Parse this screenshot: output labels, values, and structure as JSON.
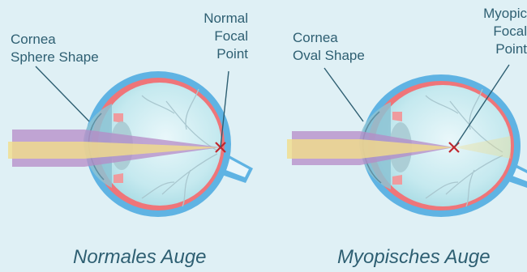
{
  "diagram": {
    "left_eye": {
      "cornea_label_line1": "Cornea",
      "cornea_label_line2": "Sphere Shape",
      "focal_label_line1": "Normal",
      "focal_label_line2": "Focal",
      "focal_label_line3": "Point",
      "caption": "Normales Auge"
    },
    "right_eye": {
      "cornea_label_line1": "Cornea",
      "cornea_label_line2": "Oval Shape",
      "focal_label_line1": "Myopic",
      "focal_label_line2": "Focal",
      "focal_label_line3": "Point",
      "caption": "Myopisches Auge"
    },
    "colors": {
      "background": "#dff0f5",
      "sclera": "#5fb3e3",
      "retina": "#ef7579",
      "vitreous": "#c3e8ee",
      "iris_lens": "#a9cbd3",
      "beam_purple": "#b58bc7",
      "beam_yellow": "#f1dd89",
      "focal_marker": "#c0262d",
      "label_text": "#2e5f72"
    }
  }
}
